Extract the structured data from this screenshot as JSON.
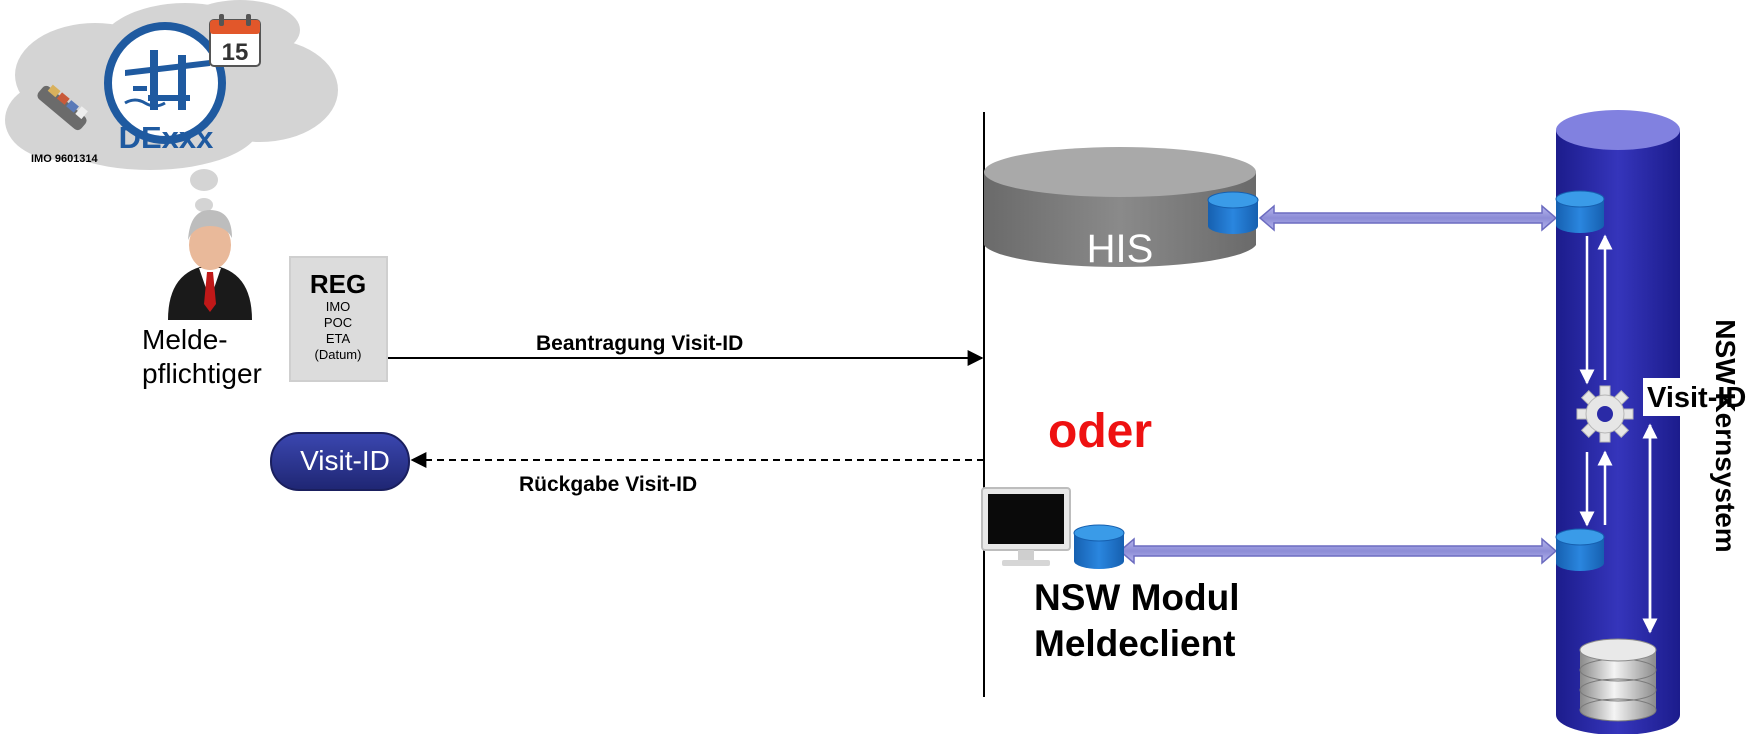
{
  "thought": {
    "ship_imo": "IMO 9601314",
    "port_code": "DExxx",
    "calendar_day": "15"
  },
  "actor": {
    "label_line1": "Melde-",
    "label_line2": "pflichtiger"
  },
  "reg_doc": {
    "title": "REG",
    "fields": [
      "IMO",
      "POC",
      "ETA",
      "(Datum)"
    ]
  },
  "request_arrow": {
    "label": "Beantragung Visit-ID"
  },
  "return_arrow": {
    "label": "Rückgabe Visit-ID"
  },
  "visit_id_pill": {
    "label": "Visit-ID"
  },
  "his": {
    "label": "HIS"
  },
  "alternative": {
    "label": "oder"
  },
  "nsw_modul": {
    "line1": "NSW Modul",
    "line2": "Meldeclient"
  },
  "core": {
    "visit_id_label": "Visit-ID",
    "name": "NSW Kernsystem"
  },
  "colors": {
    "core_blue": "#2a2aa6",
    "core_top": "#7d7de0",
    "arrow_fill": "#9b9bdf",
    "db_blue": "#1b6fc4",
    "oder_red": "#ee1111",
    "pill_blue": "#2c3591",
    "his_grey": "#7f7f7f"
  },
  "icons": [
    "cloud-thought-icon",
    "ship-icon",
    "port-crane-icon",
    "calendar-icon",
    "person-icon",
    "monitor-icon",
    "gear-icon",
    "database-stack-icon",
    "database-cylinder-icon"
  ]
}
